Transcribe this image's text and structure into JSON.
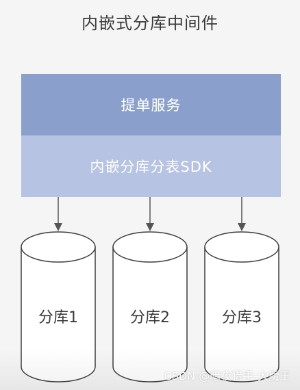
{
  "title": "内嵌式分库中间件",
  "service_box": {
    "label": "提单服务"
  },
  "sdk_box": {
    "label": "内嵌分库分表SDK"
  },
  "databases": [
    {
      "label": "分库1"
    },
    {
      "label": "分库2"
    },
    {
      "label": "分库3"
    }
  ],
  "watermark": "CSDN @暗夜猎手-大魔王",
  "colors": {
    "service_fill": "#8b9fcd",
    "sdk_fill": "#b6c3e2",
    "cylinder_stroke": "#3f3f3f",
    "arrow": "#555555"
  }
}
